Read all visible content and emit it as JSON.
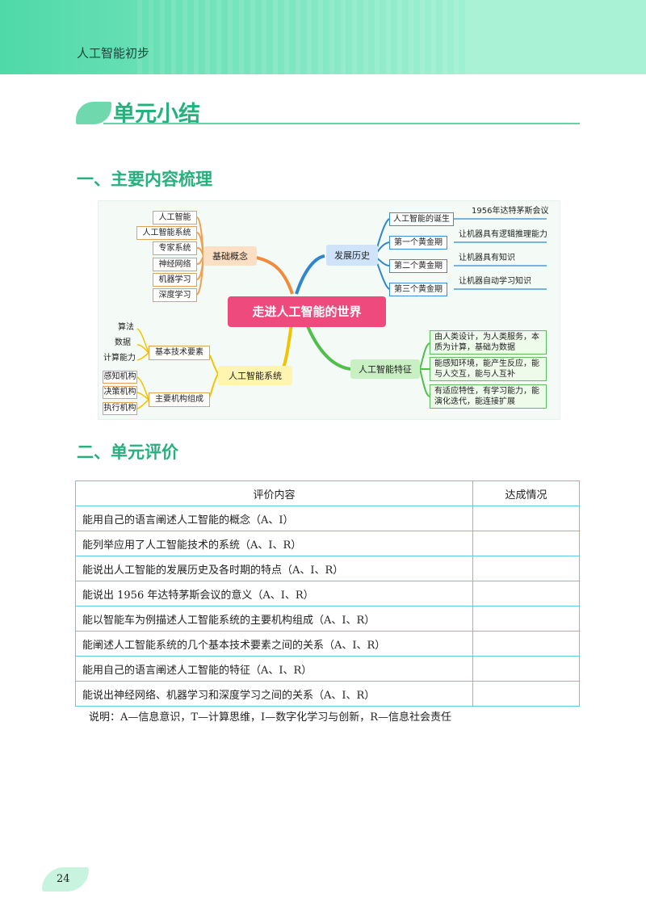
{
  "header": {
    "book_title": "人工智能初步"
  },
  "unit": {
    "title": "单元小结"
  },
  "section1": {
    "title": "一、主要内容梳理"
  },
  "mindmap": {
    "center": "走进人工智能的世界",
    "basic": {
      "label": "基础概念",
      "items": [
        "人工智能",
        "人工智能系统",
        "专家系统",
        "神经网络",
        "机器学习",
        "深度学习"
      ]
    },
    "history": {
      "label": "发展历史",
      "items": [
        {
          "label": "人工智能的诞生",
          "note": "1956年达特茅斯会议"
        },
        {
          "label": "第一个黄金期",
          "note": "让机器具有逻辑推理能力"
        },
        {
          "label": "第二个黄金期",
          "note": "让机器具有知识"
        },
        {
          "label": "第三个黄金期",
          "note": "让机器自动学习知识"
        }
      ]
    },
    "system": {
      "label": "人工智能系统",
      "groups": [
        {
          "label": "基本技术要素",
          "items": [
            "算法",
            "数据",
            "计算能力"
          ]
        },
        {
          "label": "主要机构组成",
          "items": [
            "感知机构",
            "决策机构",
            "执行机构"
          ]
        }
      ]
    },
    "features": {
      "label": "人工智能特征",
      "items": [
        "由人类设计，为人类服务，本质为计算，基础为数据",
        "能感知环境，能产生反应，能与人交互，能与人互补",
        "有适应特性，有学习能力，能演化迭代，能连接扩展"
      ]
    }
  },
  "section2": {
    "title": "二、单元评价"
  },
  "evaluation": {
    "headers": [
      "评价内容",
      "达成情况"
    ],
    "rows": [
      "能用自己的语言阐述人工智能的概念（A、I）",
      "能列举应用了人工智能技术的系统（A、I、R）",
      "能说出人工智能的发展历史及各时期的特点（A、I、R）",
      "能说出 1956 年达特茅斯会议的意义（A、I、R）",
      "能以智能车为例描述人工智能系统的主要机构组成（A、I、R）",
      "能阐述人工智能系统的几个基本技术要素之间的关系（A、I、R）",
      "能用自己的语言阐述人工智能的特征（A、I、R）",
      "能说出神经网络、机器学习和深度学习之间的关系（A、I、R）"
    ],
    "note": "说明：A—信息意识，T—计算思维，I—数字化学习与创新，R—信息社会责任"
  },
  "footer": {
    "page_number": "24"
  }
}
